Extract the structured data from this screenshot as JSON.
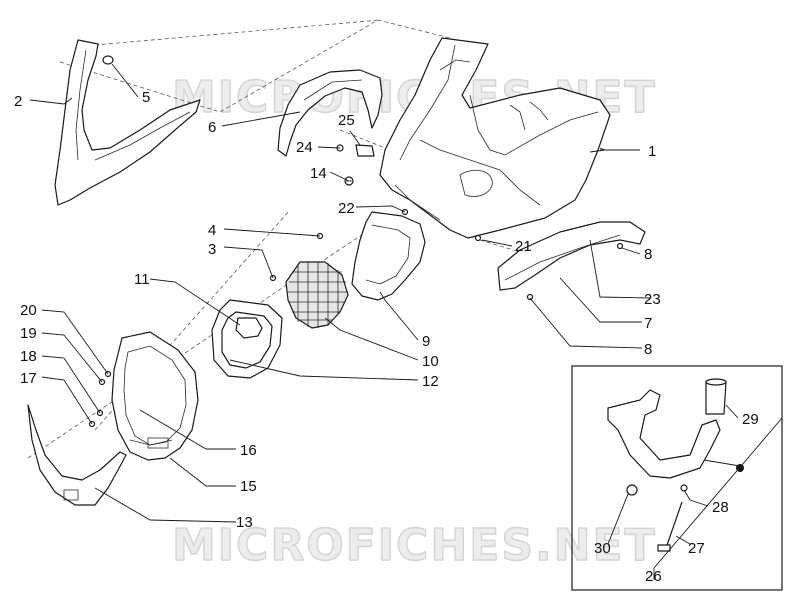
{
  "watermark": {
    "text": "MICROFICHES.NET"
  },
  "callouts": {
    "c1": "1",
    "c2": "2",
    "c3": "3",
    "c4": "4",
    "c5": "5",
    "c6": "6",
    "c7": "7",
    "c8a": "8",
    "c8b": "8",
    "c9": "9",
    "c10": "10",
    "c11": "11",
    "c12": "12",
    "c13": "13",
    "c14": "14",
    "c15": "15",
    "c16": "16",
    "c17": "17",
    "c18": "18",
    "c19": "19",
    "c20": "20",
    "c21": "21",
    "c22": "22",
    "c23": "23",
    "c24": "24",
    "c25": "25",
    "c26": "26",
    "c27": "27",
    "c28": "28",
    "c29": "29",
    "c30": "30"
  }
}
